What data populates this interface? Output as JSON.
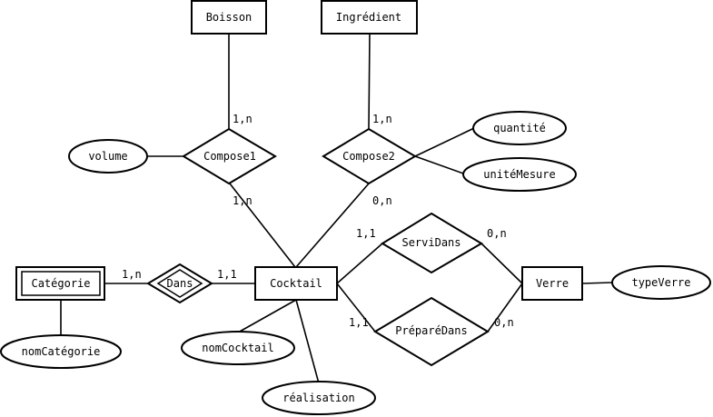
{
  "entities": {
    "boisson": "Boisson",
    "ingredient": "Ingrédient",
    "categorie": "Catégorie",
    "cocktail": "Cocktail",
    "verre": "Verre"
  },
  "relations": {
    "compose1": "Compose1",
    "compose2": "Compose2",
    "dans": "Dans",
    "servi_dans": "ServiDans",
    "prepare_dans": "PréparéDans"
  },
  "attributes": {
    "volume": "volume",
    "quantite": "quantité",
    "unite_mesure": "unitéMesure",
    "type_verre": "typeVerre",
    "nom_categorie": "nomCatégorie",
    "nom_cocktail": "nomCocktail",
    "realisation": "réalisation"
  },
  "cardinalities": {
    "boisson_compose1": "1,n",
    "cocktail_compose1": "1,n",
    "ingredient_compose2": "1,n",
    "cocktail_compose2": "0,n",
    "categorie_dans": "1,n",
    "cocktail_dans": "1,1",
    "cocktail_servi": "1,1",
    "verre_servi": "0,n",
    "cocktail_prepare": "1,1",
    "verre_prepare": "0,n"
  }
}
